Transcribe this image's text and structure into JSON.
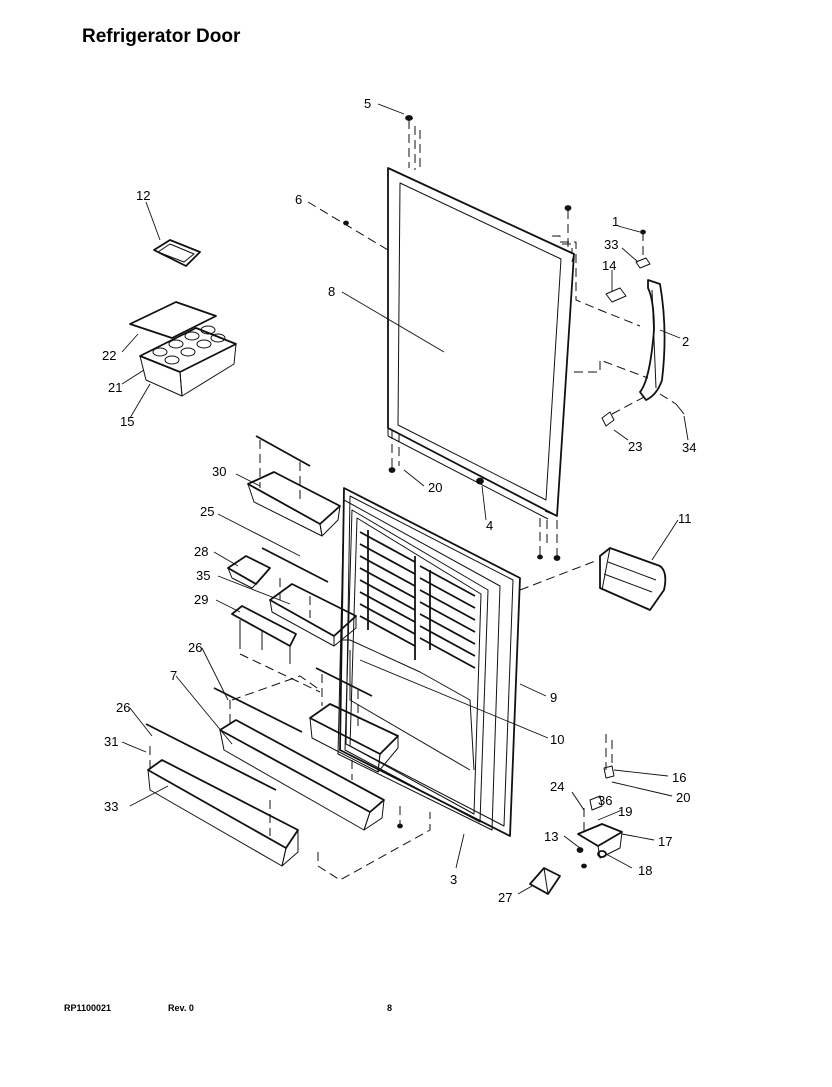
{
  "header": {
    "title": "Refrigerator Door"
  },
  "footer": {
    "part_number": "RP1100021",
    "revision": "Rev. 0",
    "page": "8"
  },
  "callouts": {
    "c1": "1",
    "c2": "2",
    "c3": "3",
    "c4": "4",
    "c5": "5",
    "c6": "6",
    "c7": "7",
    "c8": "8",
    "c9": "9",
    "c10": "10",
    "c11": "11",
    "c12": "12",
    "c13": "13",
    "c14": "14",
    "c15": "15",
    "c16": "16",
    "c17": "17",
    "c18": "18",
    "c19": "19",
    "c20a": "20",
    "c20b": "20",
    "c21": "21",
    "c22": "22",
    "c23": "23",
    "c24": "24",
    "c25": "25",
    "c26a": "26",
    "c26b": "26",
    "c27": "27",
    "c28": "28",
    "c29": "29",
    "c30": "30",
    "c31": "31",
    "c33a": "33",
    "c33b": "33",
    "c34": "34",
    "c35": "35",
    "c36": "36"
  }
}
